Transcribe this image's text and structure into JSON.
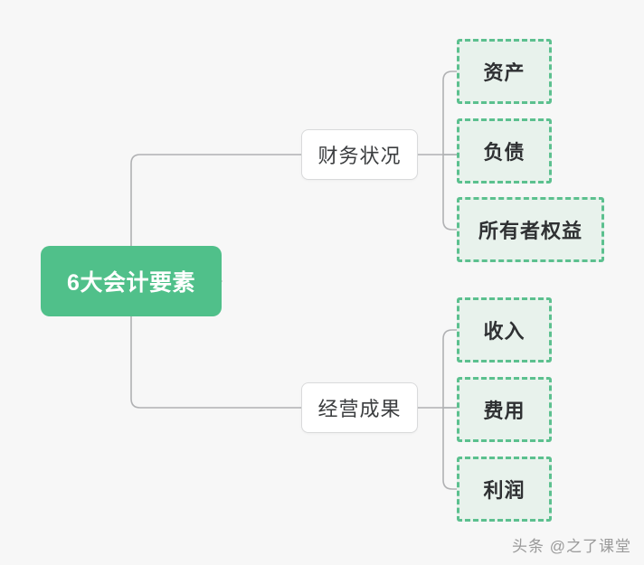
{
  "diagram": {
    "type": "mindmap",
    "background_color": "#f7f7f7",
    "accent_color": "#50c08a",
    "leaf_fill_color": "#e8f2ec",
    "leaf_border_color": "#5cc08f",
    "connector_color": "#b0b1b3",
    "root": {
      "label": "6大会计要素"
    },
    "branches": [
      {
        "label": "财务状况",
        "children": [
          {
            "label": "资产"
          },
          {
            "label": "负债"
          },
          {
            "label": "所有者权益"
          }
        ]
      },
      {
        "label": "经营成果",
        "children": [
          {
            "label": "收入"
          },
          {
            "label": "费用"
          },
          {
            "label": "利润"
          }
        ]
      }
    ]
  },
  "watermark": {
    "text": "头条 @之了课堂"
  }
}
